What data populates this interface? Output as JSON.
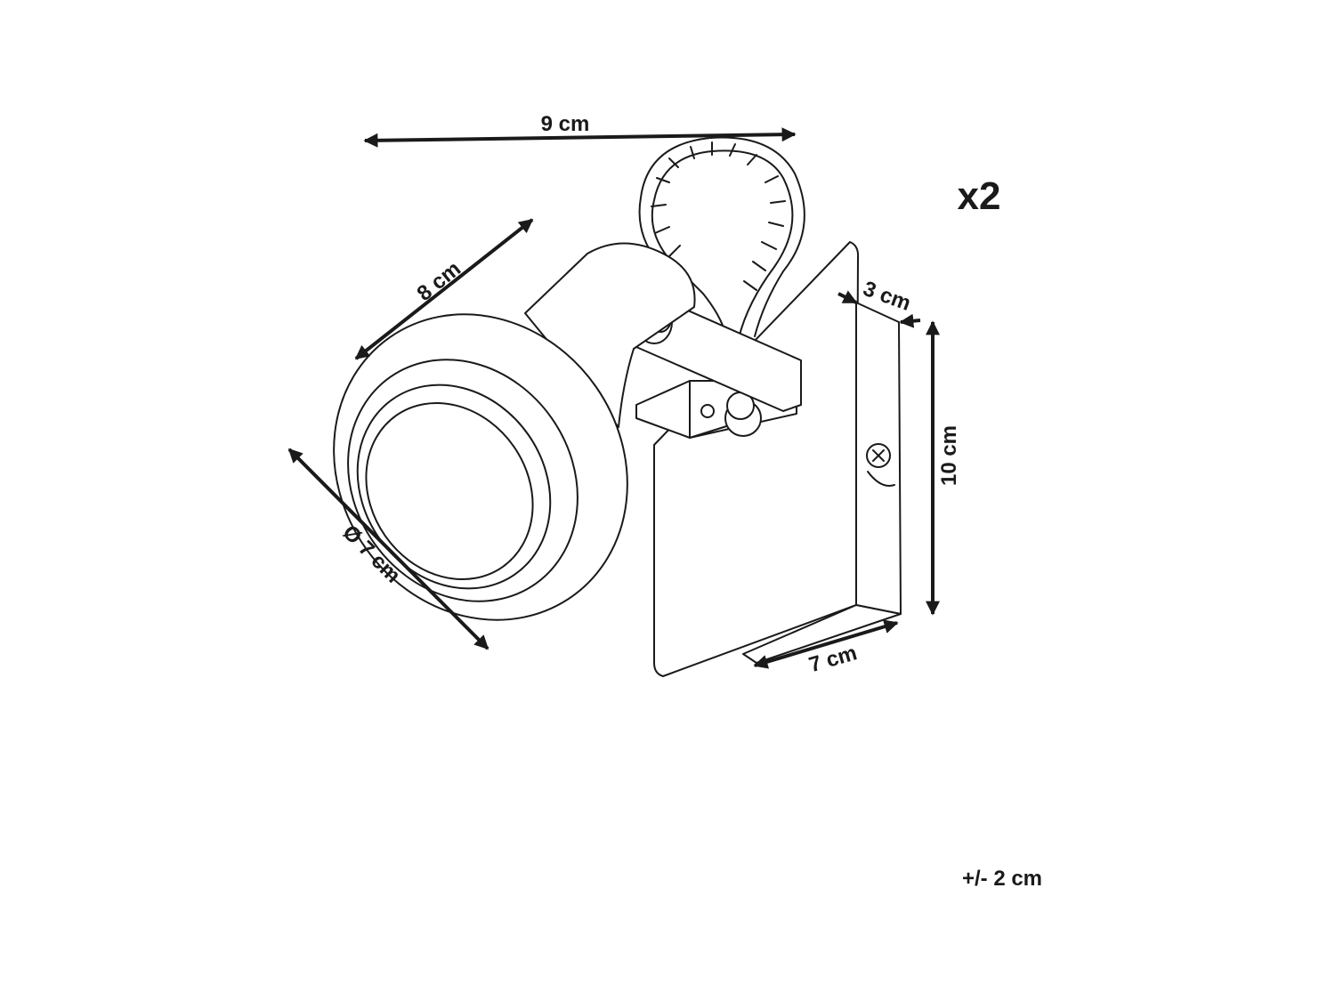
{
  "dimensions": {
    "width_top": "9 cm",
    "head_length": "8 cm",
    "diameter": "Ø 7 cm",
    "base_depth": "3 cm",
    "base_height": "10 cm",
    "base_width": "7 cm"
  },
  "quantity": "x2",
  "tolerance": "+/- 2 cm",
  "colors": {
    "line": "#1a1a1a",
    "background": "#ffffff"
  }
}
